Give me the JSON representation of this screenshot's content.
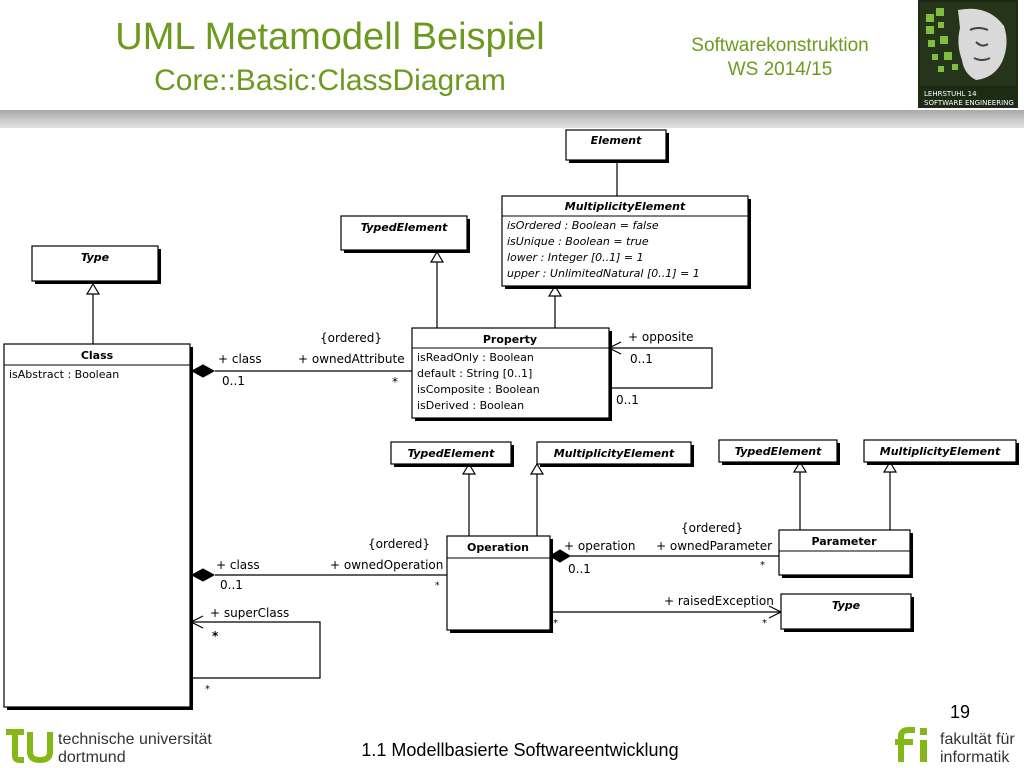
{
  "header": {
    "title": "UML Metamodell Beispiel",
    "subtitle": "Core::Basic:ClassDiagram",
    "course_line1": "Softwarekonstruktion",
    "course_line2": "WS 2014/15",
    "chair_line1": "LEHRSTUHL 14",
    "chair_line2": "SOFTWARE ENGINEERING"
  },
  "diagram": {
    "classes": {
      "element": {
        "name": "Element"
      },
      "multiplicity_top": {
        "name": "MultiplicityElement",
        "attributes": [
          "isOrdered : Boolean = false",
          "isUnique : Boolean = true",
          "lower : Integer [0..1] = 1",
          "upper : UnlimitedNatural [0..1] = 1"
        ]
      },
      "typed_top": {
        "name": "TypedElement"
      },
      "type_top": {
        "name": "Type"
      },
      "class": {
        "name": "Class",
        "attributes": [
          "isAbstract : Boolean"
        ]
      },
      "property": {
        "name": "Property",
        "attributes": [
          "isReadOnly : Boolean",
          "default : String  [0..1]",
          "isComposite : Boolean",
          "isDerived : Boolean"
        ]
      },
      "typed_op": {
        "name": "TypedElement"
      },
      "multiplicity_op": {
        "name": "MultiplicityElement"
      },
      "typed_param": {
        "name": "TypedElement"
      },
      "multiplicity_param": {
        "name": "MultiplicityElement"
      },
      "operation": {
        "name": "Operation"
      },
      "parameter": {
        "name": "Parameter"
      },
      "type_exception": {
        "name": "Type"
      }
    },
    "labels": {
      "ordered_attr": "{ordered}",
      "owned_attribute": "+ ownedAttribute",
      "class_role_prop": "+ class",
      "mult_class_prop": "0..1",
      "star_attr": "*",
      "opposite": "+ opposite",
      "opposite_mult1": "0..1",
      "opposite_mult2": "0..1",
      "ordered_op": "{ordered}",
      "owned_operation": "+ ownedOperation",
      "class_role_op": "+ class",
      "mult_class_op": "0..1",
      "star_op": "*",
      "operation_role": "+ operation",
      "ordered_param": "{ordered}",
      "owned_parameter": "+ ownedParameter",
      "mult_operation": "0..1",
      "star_param": "*",
      "raised_exception": "+ raisedException",
      "star_exc_src": "*",
      "star_exc_tgt": "*",
      "super_class": "+ superClass",
      "star_super1": "*",
      "star_super2": "*"
    }
  },
  "footer": {
    "page_number": "19",
    "section": "1.1 Modellbasierte Softwareentwicklung",
    "tu_line1": "technische universität",
    "tu_line2": "dortmund",
    "fi_line1": "fakultät für",
    "fi_line2": "informatik"
  }
}
